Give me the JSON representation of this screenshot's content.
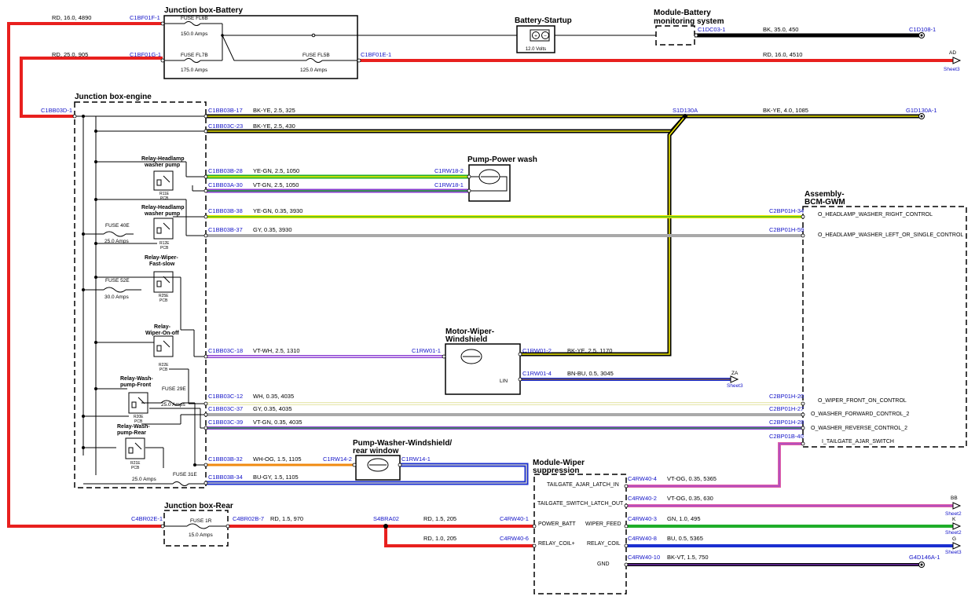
{
  "components": {
    "jb_battery": "Junction box-Battery",
    "jb_engine": "Junction box-engine",
    "battery_startup": "Battery-Startup",
    "battery_volts": "12.0 Volts",
    "bms_line1": "Module-Battery",
    "bms_line2": "monitoring system",
    "pump_power_wash": "Pump-Power wash",
    "bcm_line1": "Assembly-",
    "bcm_line2": "BCM-GWM",
    "motor_line1": "Motor-Wiper-",
    "motor_line2": "Windshield",
    "motor_lin": "LIN",
    "pump_wwr_line1": "Pump-Washer-Windshield/",
    "pump_wwr_line2": "rear window",
    "mws_line1": "Module-Wiper",
    "mws_line2": "suppression",
    "jb_rear": "Junction box-Rear"
  },
  "fuses": {
    "fl6b": "FUSE FL6B",
    "fl6b_amps": "150.0 Amps",
    "fl7b": "FUSE FL7B",
    "fl7b_amps": "175.0 Amps",
    "fl5b": "FUSE FL5B",
    "fl5b_amps": "125.0 Amps",
    "f40e": "FUSE 40E",
    "f40e_amps": "25.0 Amps",
    "f52e": "FUSE 52E",
    "f52e_amps": "30.0 Amps",
    "f29e": "FUSE 29E",
    "f29e_amps": "25.0 Amps",
    "f31e": "FUSE 31E",
    "f31e_amps": "25.0 Amps",
    "f1r": "FUSE 1R",
    "f1r_amps": "15.0 Amps"
  },
  "relays": {
    "r11e_l1": "Relay-Headlamp",
    "r11e_l2": "washer pump",
    "r11e_id": "R11E",
    "r11e_pcb": "PCB",
    "r12e_l1": "Relay-Headlamp",
    "r12e_l2": "washer pump",
    "r12e_id": "R12E",
    "r12e_pcb": "PCB",
    "r25e_l1": "Relay-Wiper-",
    "r25e_l2": "Fast-slow",
    "r25e_id": "R25E",
    "r25e_pcb": "PCB",
    "r22e_l1": "Relay-",
    "r22e_l2": "Wiper-On-off",
    "r22e_id": "R22E",
    "r22e_pcb": "PCB",
    "r20e_l1": "Relay-Wash-",
    "r20e_l2": "pump-Front",
    "r20e_id": "R20E",
    "r20e_pcb": "PCB",
    "r21e_l1": "Relay-Wash-",
    "r21e_l2": "pump-Rear",
    "r21e_id": "R21E",
    "r21e_pcb": "PCB"
  },
  "connectors": {
    "c1bf01f1": "C1BF01F-1",
    "c1bf01g1": "C1BF01G-1",
    "c1bf01e1": "C1BF01E-1",
    "c1dc031": "C1DC03-1",
    "c1d1081": "C1D108-1",
    "c1bb03d1": "C1BB03D-1",
    "c1bb03b17": "C1BB03B-17",
    "c1bb03c23": "C1BB03C-23",
    "s1d130a": "S1D130A",
    "g1d130a1": "G1D130A-1",
    "c1bb03b28": "C1BB03B-28",
    "c1rw182": "C1RW18-2",
    "c1bb03a30": "C1BB03A-30",
    "c1rw181": "C1RW18-1",
    "c1bb03b38": "C1BB03B-38",
    "c2bp01h34": "C2BP01H-34",
    "c1bb03b37": "C1BB03B-37",
    "c2bp01h59": "C2BP01H-59",
    "c1bb03c18": "C1BB03C-18",
    "c1rw011": "C1RW01-1",
    "c1rw012": "C1RW01-2",
    "c1rw014": "C1RW01-4",
    "c1bb03c12": "C1BB03C-12",
    "c2bp01h20": "C2BP01H-20",
    "c1bb03c37": "C1BB03C-37",
    "c2bp01h27": "C2BP01H-27",
    "c1bb03c39": "C1BB03C-39",
    "c2bp01h28": "C2BP01H-28",
    "c2bp01b40": "C2BP01B-40",
    "c1bb03b32": "C1BB03B-32",
    "c1rw142": "C1RW14-2",
    "c1rw141": "C1RW14-1",
    "c1bb03b34": "C1BB03B-34",
    "c4rw404": "C4RW40-4",
    "c4rw402": "C4RW40-2",
    "c4rw401": "C4RW40-1",
    "c4rw403": "C4RW40-3",
    "c4rw406": "C4RW40-6",
    "c4rw408": "C4RW40-8",
    "c4rw4010": "C4RW40-10",
    "c4br02e1": "C4BR02E-1",
    "c4br02b7": "C4BR02B-7",
    "s4bra02": "S4BRA02",
    "g4d146a1": "G4D146A-1"
  },
  "wires": {
    "w_rd16_4890": "RD, 16.0, 4890",
    "w_rd25_905": "RD, 25.0, 905",
    "w_rd16_4510": "RD, 16.0, 4510",
    "w_bk35_450": "BK, 35.0, 450",
    "w_bkye25_325": "BK-YE, 2.5, 325",
    "w_bkye25_430": "BK-YE, 2.5, 430",
    "w_bkye4_1085": "BK-YE, 4.0, 1085",
    "w_yegn25_1050": "YE-GN, 2.5, 1050",
    "w_vtgn25_1050": "VT-GN, 2.5, 1050",
    "w_yegn035_3930": "YE-GN, 0.35, 3930",
    "w_gy035_3930": "GY, 0.35, 3930",
    "w_vtwh25_1310": "VT-WH, 2.5, 1310",
    "w_bkye25_1170": "BK-YE, 2.5, 1170",
    "w_bnbu05_3045": "BN-BU, 0.5, 3045",
    "w_wh035_4035": "WH, 0.35, 4035",
    "w_gy035_4035": "GY, 0.35, 4035",
    "w_vtgn035_4035": "VT-GN, 0.35, 4035",
    "w_wh_og15_1105": "WH-OG, 1.5, 1105",
    "w_bugy15_1105": "BU-GY, 1.5, 1105",
    "w_vtog035_5365": "VT-OG, 0.35, 5365",
    "w_vtog035_630": "VT-OG, 0.35, 630",
    "w_rd15_970": "RD, 1.5, 970",
    "w_rd15_205": "RD, 1.5, 205",
    "w_rd10_205": "RD, 1.0, 205",
    "w_gn10_495": "GN, 1.0, 495",
    "w_bu05_5365": "BU, 0.5, 5365",
    "w_bkvt15_750": "BK-VT, 1.5, 750"
  },
  "bcm_pins": {
    "p34": "O_HEADLAMP_WASHER_RIGHT_CONTROL",
    "p59": "O_HEADLAMP_WASHER_LEFT_OR_SINGLE_CONTROL",
    "p20": "O_WIPER_FRONT_ON_CONTROL",
    "p27": "O_WASHER_FORWARD_CONTROL_2",
    "p28": "O_WASHER_REVERSE_CONTROL_2",
    "p40": "I_TAILGATE_AJAR_SWITCH"
  },
  "mws_pins": {
    "tailgate_ajar": "TAILGATE_AJAR_LATCH_IN",
    "tailgate_switch": "TAILGATE_SWITCH_LATCH_OUT",
    "power_batt": "POWER_BATT",
    "wiper_feed": "WIPER_FEED",
    "relay_coil_plus": "RELAY_COIL+",
    "relay_coil": "RELAY_COIL",
    "gnd": "GND"
  },
  "offpage": {
    "ad": "AD",
    "ad_sheet": "Sheet3",
    "za": "ZA",
    "za_sheet": "Sheet3",
    "bb": "BB",
    "bb_sheet": "Sheet2",
    "k": "K",
    "k_sheet": "Sheet2",
    "g": "G",
    "g_sheet": "Sheet3"
  },
  "colors": {
    "red": "#e8201e",
    "black": "#000000",
    "yellow": "#f2ec00",
    "green": "#1fae2a",
    "violet": "#8a3bd1",
    "grey": "#a9a9a9",
    "pink": "#e060a8",
    "blue": "#1b2fd0",
    "orange": "#f08a10",
    "brown": "#8a5a2b",
    "white": "#f8f8f8"
  }
}
